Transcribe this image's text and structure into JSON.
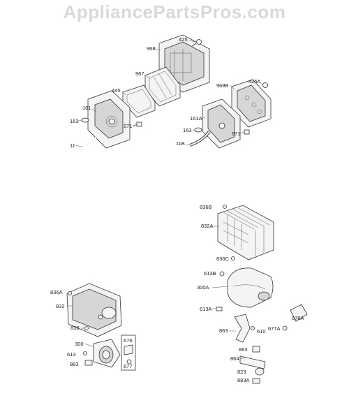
{
  "watermark": "AppliancePartsPros.com",
  "labels": {
    "l425": "425",
    "l968": "968",
    "l967": "967",
    "l445": "445",
    "l161": "161",
    "l163": "163",
    "l971": "971",
    "l11": "11",
    "l968B": "968B",
    "l425A": "425A",
    "l161A": "161A",
    "l163b": "163",
    "l971b": "971",
    "l11B": "11B",
    "l836B": "836B",
    "l832A": "832A",
    "l836C": "836C",
    "l613B": "613B",
    "l300A": "300A",
    "l613A": "613A",
    "l676A": "676A",
    "l863": "863",
    "l610": "610",
    "l677A": "677A",
    "l883a": "883",
    "l864": "864",
    "l823": "823",
    "l883A": "883A",
    "l836A": "836A",
    "l832": "832",
    "l836": "836",
    "l300": "300",
    "l613": "613",
    "l883b": "883",
    "l676": "676",
    "l677": "677"
  }
}
